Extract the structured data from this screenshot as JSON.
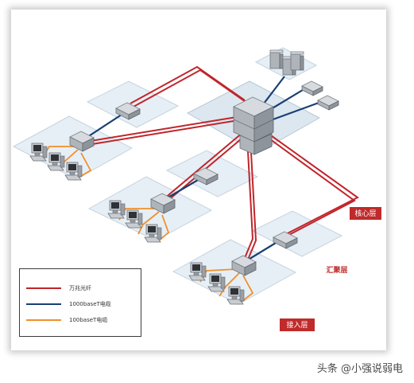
{
  "legend": {
    "items": [
      {
        "label": "万兆光纤",
        "color": "#c0252b"
      },
      {
        "label": "1000baseT电缆",
        "color": "#1a3f73"
      },
      {
        "label": "100baseT电缆",
        "color": "#f0902a"
      }
    ]
  },
  "layers": {
    "core": "核心层",
    "aggregation": "汇聚层",
    "access": "接入层"
  },
  "watermark": "头条 @小强说弱电"
}
